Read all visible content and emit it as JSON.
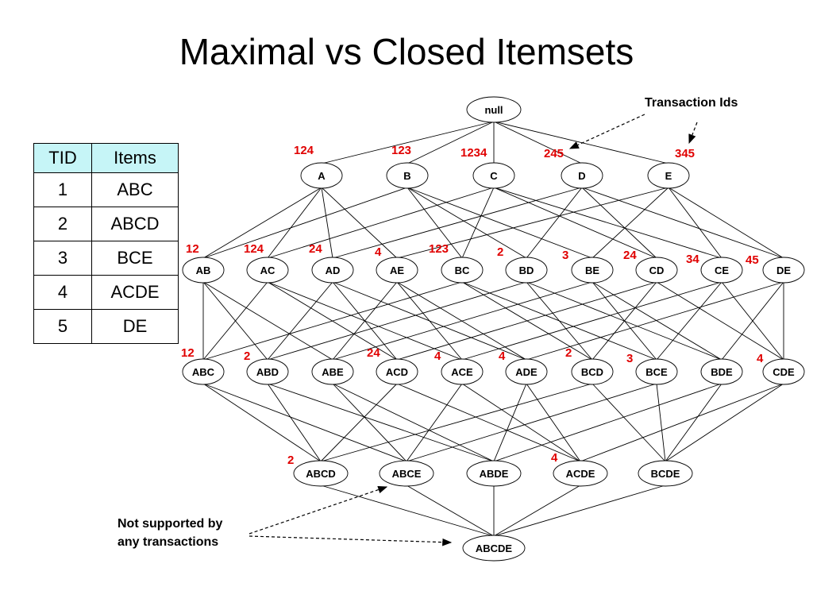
{
  "title": "Maximal vs Closed Itemsets",
  "table": {
    "headers": [
      "TID",
      "Items"
    ],
    "rows": [
      [
        "1",
        "ABC"
      ],
      [
        "2",
        "ABCD"
      ],
      [
        "3",
        "BCE"
      ],
      [
        "4",
        "ACDE"
      ],
      [
        "5",
        "DE"
      ]
    ]
  },
  "lattice": {
    "nodes": [
      {
        "id": "null",
        "label": "null",
        "tids": ""
      },
      {
        "id": "A",
        "label": "A",
        "tids": "124"
      },
      {
        "id": "B",
        "label": "B",
        "tids": "123"
      },
      {
        "id": "C",
        "label": "C",
        "tids": "1234"
      },
      {
        "id": "D",
        "label": "D",
        "tids": "245"
      },
      {
        "id": "E",
        "label": "E",
        "tids": "345"
      },
      {
        "id": "AB",
        "label": "AB",
        "tids": "12"
      },
      {
        "id": "AC",
        "label": "AC",
        "tids": "124"
      },
      {
        "id": "AD",
        "label": "AD",
        "tids": "24"
      },
      {
        "id": "AE",
        "label": "AE",
        "tids": "4"
      },
      {
        "id": "BC",
        "label": "BC",
        "tids": "123"
      },
      {
        "id": "BD",
        "label": "BD",
        "tids": "2"
      },
      {
        "id": "BE",
        "label": "BE",
        "tids": "3"
      },
      {
        "id": "CD",
        "label": "CD",
        "tids": "24"
      },
      {
        "id": "CE",
        "label": "CE",
        "tids": "34"
      },
      {
        "id": "DE",
        "label": "DE",
        "tids": "45"
      },
      {
        "id": "ABC",
        "label": "ABC",
        "tids": "12"
      },
      {
        "id": "ABD",
        "label": "ABD",
        "tids": "2"
      },
      {
        "id": "ABE",
        "label": "ABE",
        "tids": ""
      },
      {
        "id": "ACD",
        "label": "ACD",
        "tids": "24"
      },
      {
        "id": "ACE",
        "label": "ACE",
        "tids": "4"
      },
      {
        "id": "ADE",
        "label": "ADE",
        "tids": "4"
      },
      {
        "id": "BCD",
        "label": "BCD",
        "tids": "2"
      },
      {
        "id": "BCE",
        "label": "BCE",
        "tids": "3"
      },
      {
        "id": "BDE",
        "label": "BDE",
        "tids": ""
      },
      {
        "id": "CDE",
        "label": "CDE",
        "tids": "4"
      },
      {
        "id": "ABCD",
        "label": "ABCD",
        "tids": "2"
      },
      {
        "id": "ABCE",
        "label": "ABCE",
        "tids": ""
      },
      {
        "id": "ABDE",
        "label": "ABDE",
        "tids": ""
      },
      {
        "id": "ACDE",
        "label": "ACDE",
        "tids": "4"
      },
      {
        "id": "BCDE",
        "label": "BCDE",
        "tids": ""
      },
      {
        "id": "ABCDE",
        "label": "ABCDE",
        "tids": ""
      }
    ]
  },
  "annotations": {
    "transaction_ids": "Transaction Ids",
    "not_supported_line1": "Not supported by",
    "not_supported_line2": "any transactions"
  },
  "colors": {
    "tid_label": "#e00000",
    "table_header_bg": "#c6f5f7",
    "line": "#000000"
  }
}
